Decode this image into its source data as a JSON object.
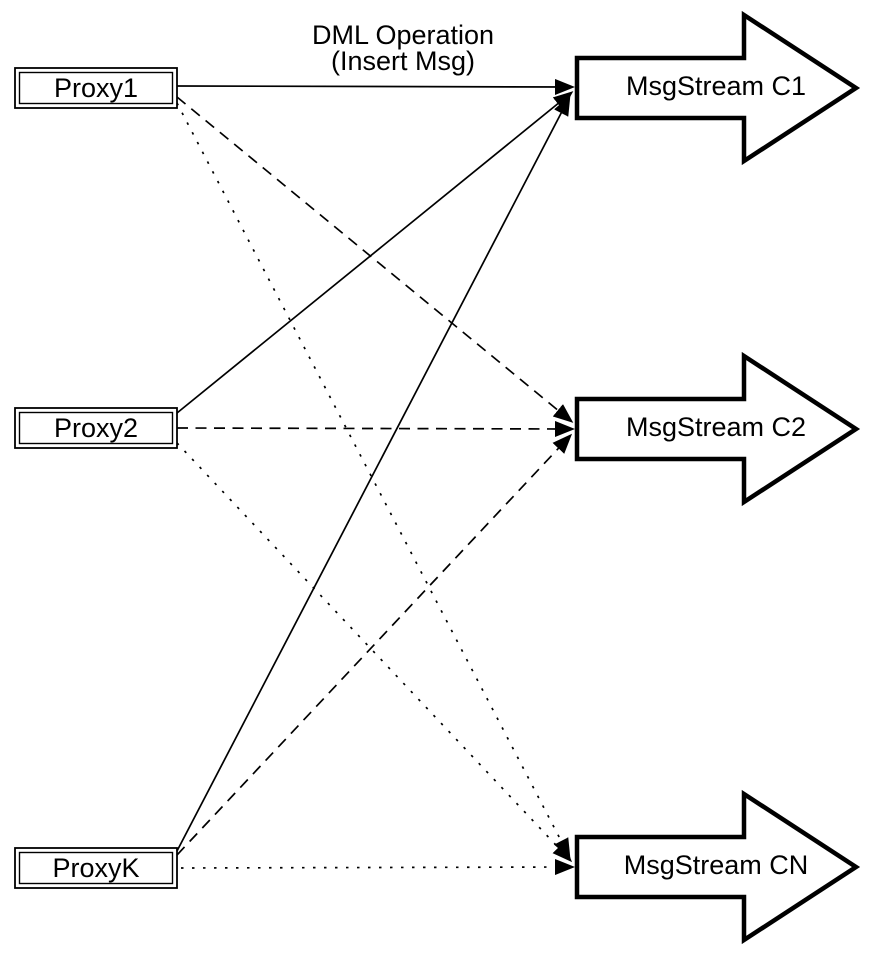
{
  "diagram": {
    "annotation": {
      "line1": "DML Operation",
      "line2": "(Insert Msg)"
    },
    "proxies": [
      {
        "id": "proxy1",
        "label": "Proxy1"
      },
      {
        "id": "proxy2",
        "label": "Proxy2"
      },
      {
        "id": "proxyk",
        "label": "ProxyK"
      }
    ],
    "streams": [
      {
        "id": "c1",
        "label": "MsgStream C1"
      },
      {
        "id": "c2",
        "label": "MsgStream C2"
      },
      {
        "id": "cn",
        "label": "MsgStream CN"
      }
    ],
    "edges": [
      {
        "from": "Proxy1",
        "to": "MsgStream C1",
        "style": "solid"
      },
      {
        "from": "Proxy1",
        "to": "MsgStream C2",
        "style": "dashed"
      },
      {
        "from": "Proxy1",
        "to": "MsgStream CN",
        "style": "dotted"
      },
      {
        "from": "Proxy2",
        "to": "MsgStream C1",
        "style": "solid"
      },
      {
        "from": "Proxy2",
        "to": "MsgStream C2",
        "style": "dashed"
      },
      {
        "from": "Proxy2",
        "to": "MsgStream CN",
        "style": "dotted"
      },
      {
        "from": "ProxyK",
        "to": "MsgStream C1",
        "style": "solid"
      },
      {
        "from": "ProxyK",
        "to": "MsgStream C2",
        "style": "dashed"
      },
      {
        "from": "ProxyK",
        "to": "MsgStream CN",
        "style": "dotted"
      }
    ],
    "colors": {
      "stroke": "#000000",
      "node_fill": "#ffffff",
      "background": "#ffffff"
    }
  }
}
